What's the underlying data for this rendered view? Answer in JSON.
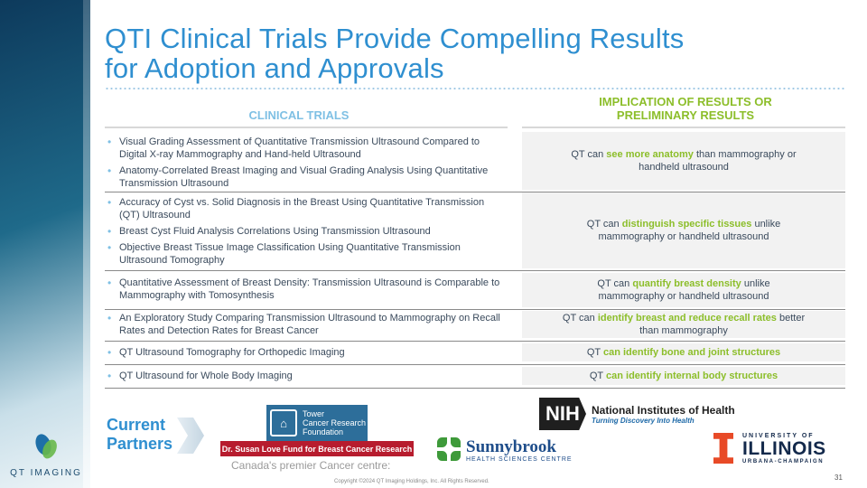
{
  "slide": {
    "title_line1": "QTI Clinical Trials Provide Compelling Results",
    "title_line2": "for Adoption and Approvals",
    "left_header": "CLINICAL TRIALS",
    "right_header_line1": "IMPLICATION OF RESULTS OR",
    "right_header_line2": "PRELIMINARY RESULTS"
  },
  "rows": [
    {
      "trials": [
        "Visual Grading Assessment of Quantitative Transmission Ultrasound Compared to Digital X-ray Mammography and Hand-held Ultrasound",
        "Anatomy-Correlated Breast Imaging and Visual Grading Analysis Using Quantitative Transmission Ultrasound"
      ],
      "impl_pre": "QT can ",
      "impl_hl": "see more anatomy",
      "impl_post": " than mammography or handheld ultrasound"
    },
    {
      "trials": [
        "Accuracy of Cyst vs. Solid Diagnosis in the Breast Using Quantitative Transmission (QT) Ultrasound",
        "Breast Cyst Fluid Analysis Correlations Using Transmission Ultrasound",
        "Objective Breast Tissue Image Classification Using Quantitative Transmission Ultrasound Tomography"
      ],
      "impl_pre": "QT can ",
      "impl_hl": "distinguish specific tissues",
      "impl_post": " unlike mammography or handheld ultrasound"
    },
    {
      "trials": [
        "Quantitative Assessment of Breast Density: Transmission Ultrasound is Comparable to Mammography with Tomosynthesis"
      ],
      "impl_pre": "QT can ",
      "impl_hl": "quantify breast density",
      "impl_post": " unlike mammography or handheld ultrasound"
    },
    {
      "trials": [
        "An Exploratory Study Comparing Transmission Ultrasound to Mammography on Recall Rates and Detection Rates for Breast Cancer"
      ],
      "impl_pre": "QT can ",
      "impl_hl": "identify breast and reduce recall rates",
      "impl_post": " better than mammography"
    },
    {
      "trials": [
        "QT Ultrasound Tomography for Orthopedic Imaging"
      ],
      "impl_pre": "QT ",
      "impl_hl": "can identify bone and joint structures",
      "impl_post": ""
    },
    {
      "trials": [
        "QT Ultrasound for Whole Body Imaging"
      ],
      "impl_pre": "QT ",
      "impl_hl": "can identify internal body structures",
      "impl_post": ""
    }
  ],
  "partners": {
    "label_line1": "Current",
    "label_line2": "Partners",
    "tower_line1": "Tower",
    "tower_line2": "Cancer Research",
    "tower_line3": "Foundation",
    "love": "Dr. Susan Love Fund for Breast Cancer Research",
    "love_tagline": "Canada's premier Cancer centre:",
    "sunnybrook_name": "Sunnybrook",
    "sunnybrook_sub": "HEALTH SCIENCES CENTRE",
    "nih_abbr": "NIH",
    "nih_name": "National Institutes of Health",
    "nih_tag": "Turning Discovery Into Health",
    "illinois_top": "UNIVERSITY OF",
    "illinois_name": "ILLINOIS",
    "illinois_bottom": "URBANA-CHAMPAIGN"
  },
  "footer": {
    "brand": "QT IMAGING",
    "copyright": "Copyright ©2024 QT Imaging Holdings, Inc. All Rights Reserved.",
    "page_number": "31"
  },
  "colors": {
    "title_blue": "#2f8fd0",
    "header_blue": "#7fc0e4",
    "highlight_green": "#8cbe2a",
    "cell_gray": "#f2f2f2"
  }
}
